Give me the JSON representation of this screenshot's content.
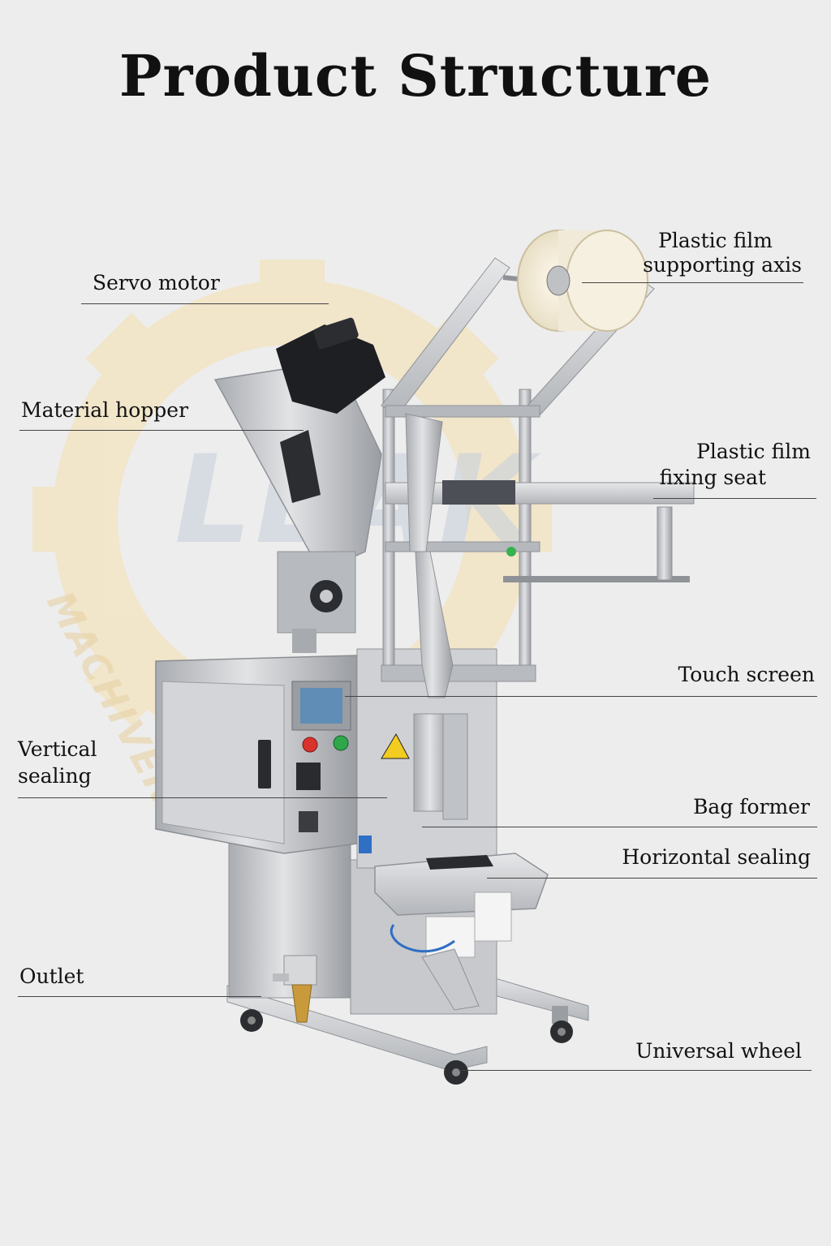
{
  "title": "Product Structure",
  "watermark": {
    "brand": "LEAK",
    "sub": "MACHIVERY",
    "gear_color": "#f3e3bf",
    "text_color": "#c9d0dc"
  },
  "labels": {
    "servo_motor": "Servo motor",
    "material_hopper": "Material hopper",
    "vertical_sealing_l1": "Vertical",
    "vertical_sealing_l2": "sealing",
    "outlet": "Outlet",
    "film_axis_l1": "Plastic film",
    "film_axis_l2": "supporting axis",
    "film_seat_l1": "Plastic film",
    "film_seat_l2": "fixing seat",
    "touch_screen": "Touch screen",
    "bag_former": "Bag former",
    "horizontal_sealing": "Horizontal sealing",
    "universal_wheel": "Universal wheel"
  },
  "colors": {
    "steel": "#c4c6c9",
    "steel_dark": "#8f9297",
    "steel_light": "#e4e5e7",
    "film": "#f1ead8",
    "motor": "#1e1f22",
    "screen": "#5f8db6",
    "btn_red": "#d8332c",
    "btn_green": "#2ea84a",
    "warning": "#f2cc20",
    "brass": "#c99a3c",
    "line": "#444444"
  }
}
